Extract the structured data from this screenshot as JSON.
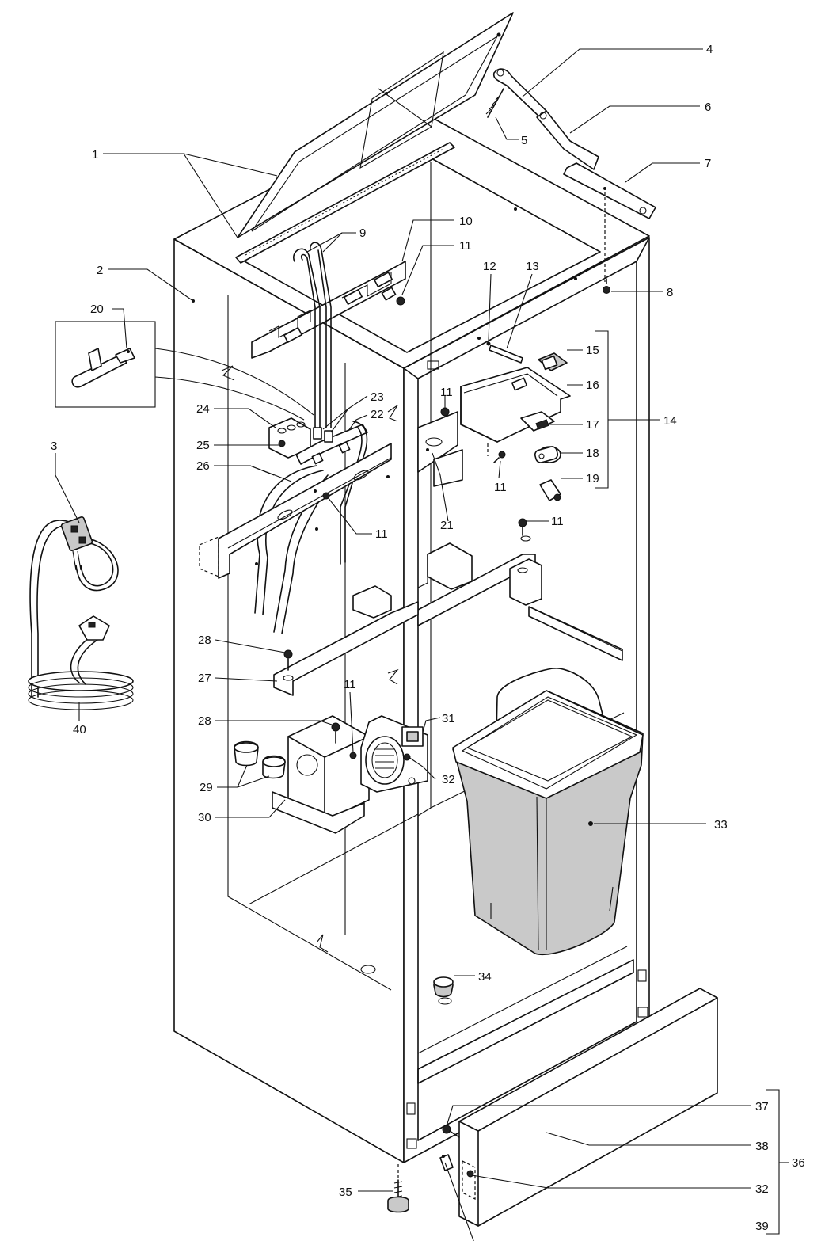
{
  "callouts": {
    "c1": "1",
    "c2": "2",
    "c3": "3",
    "c4": "4",
    "c5": "5",
    "c6": "6",
    "c7": "7",
    "c8": "8",
    "c9": "9",
    "c10": "10",
    "c11a": "11",
    "c11b": "11",
    "c11c": "11",
    "c11d": "11",
    "c11e": "11",
    "c11f": "11",
    "c12": "12",
    "c13": "13",
    "c14": "14",
    "c15": "15",
    "c16": "16",
    "c17": "17",
    "c18": "18",
    "c19": "19",
    "c20": "20",
    "c21": "21",
    "c22": "22",
    "c23": "23",
    "c24": "24",
    "c25": "25",
    "c26": "26",
    "c27": "27",
    "c28a": "28",
    "c28b": "28",
    "c29": "29",
    "c30": "30",
    "c31": "31",
    "c32a": "32",
    "c32b": "32",
    "c33": "33",
    "c34": "34",
    "c35": "35",
    "c36": "36",
    "c37": "37",
    "c38": "38",
    "c39": "39",
    "c40": "40"
  }
}
